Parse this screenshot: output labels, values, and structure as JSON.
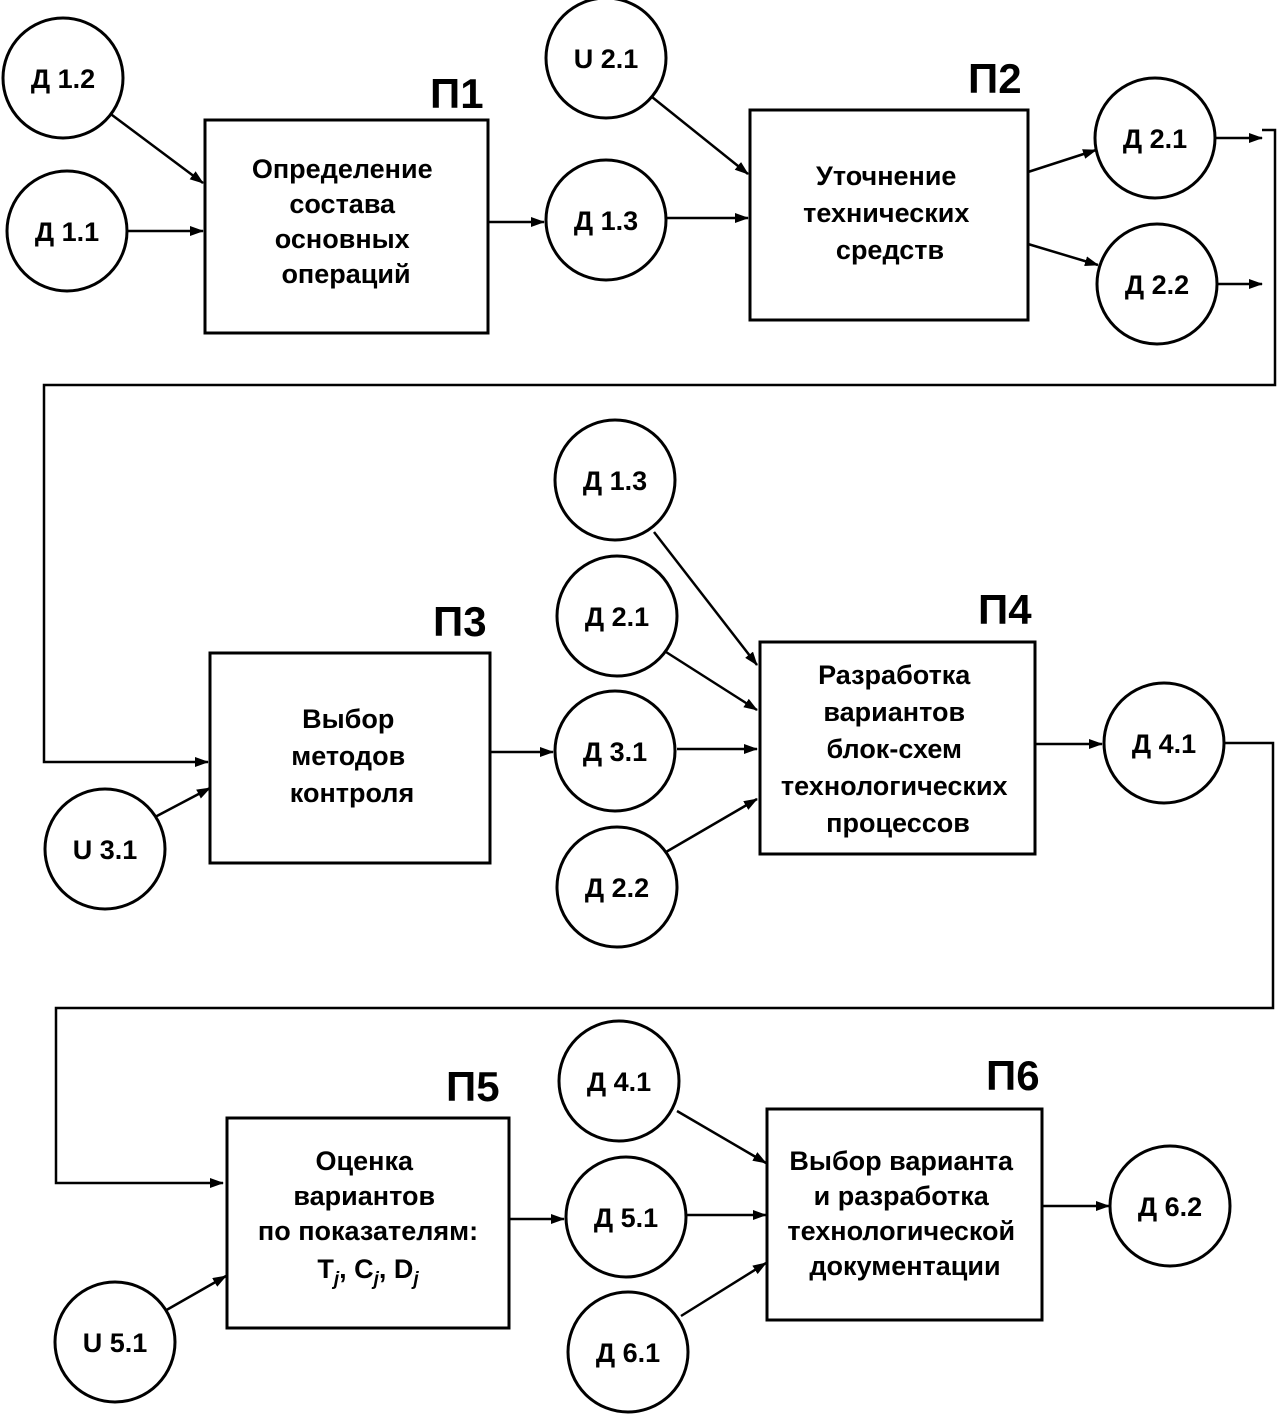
{
  "boxes": [
    {
      "id": "P1",
      "label": "П1",
      "lines": [
        "Определение",
        "состава",
        "основных",
        "операций"
      ]
    },
    {
      "id": "P2",
      "label": "П2",
      "lines": [
        "Уточнение",
        "технических",
        "средств"
      ]
    },
    {
      "id": "P3",
      "label": "П3",
      "lines": [
        "Выбор",
        "методов",
        "контроля"
      ]
    },
    {
      "id": "P4",
      "label": "П4",
      "lines": [
        "Разработка",
        "вариантов",
        "блок-схем",
        "технологических",
        "процессов"
      ]
    },
    {
      "id": "P5",
      "label": "П5",
      "lines": [
        "Оценка",
        "вариантов",
        "по показателям:"
      ],
      "formula": {
        "t": "T",
        "c": "C",
        "d": "D",
        "sub": "j"
      }
    },
    {
      "id": "P6",
      "label": "П6",
      "lines": [
        "Выбор варианта",
        "и разработка",
        "технологической",
        "документации"
      ]
    }
  ],
  "nodes": [
    {
      "id": "d12",
      "label": "Д 1.2"
    },
    {
      "id": "d11",
      "label": "Д 1.1"
    },
    {
      "id": "d13a",
      "label": "Д 1.3"
    },
    {
      "id": "u21",
      "label": "U 2.1"
    },
    {
      "id": "d21a",
      "label": "Д 2.1"
    },
    {
      "id": "d22a",
      "label": "Д 2.2"
    },
    {
      "id": "d13b",
      "label": "Д 1.3"
    },
    {
      "id": "d21b",
      "label": "Д 2.1"
    },
    {
      "id": "d31",
      "label": "Д 3.1"
    },
    {
      "id": "d22b",
      "label": "Д 2.2"
    },
    {
      "id": "u31",
      "label": "U 3.1"
    },
    {
      "id": "d41a",
      "label": "Д 4.1"
    },
    {
      "id": "d41b",
      "label": "Д 4.1"
    },
    {
      "id": "d51",
      "label": "Д 5.1"
    },
    {
      "id": "d61",
      "label": "Д 6.1"
    },
    {
      "id": "u51",
      "label": "U 5.1"
    },
    {
      "id": "d62",
      "label": "Д 6.2"
    }
  ]
}
